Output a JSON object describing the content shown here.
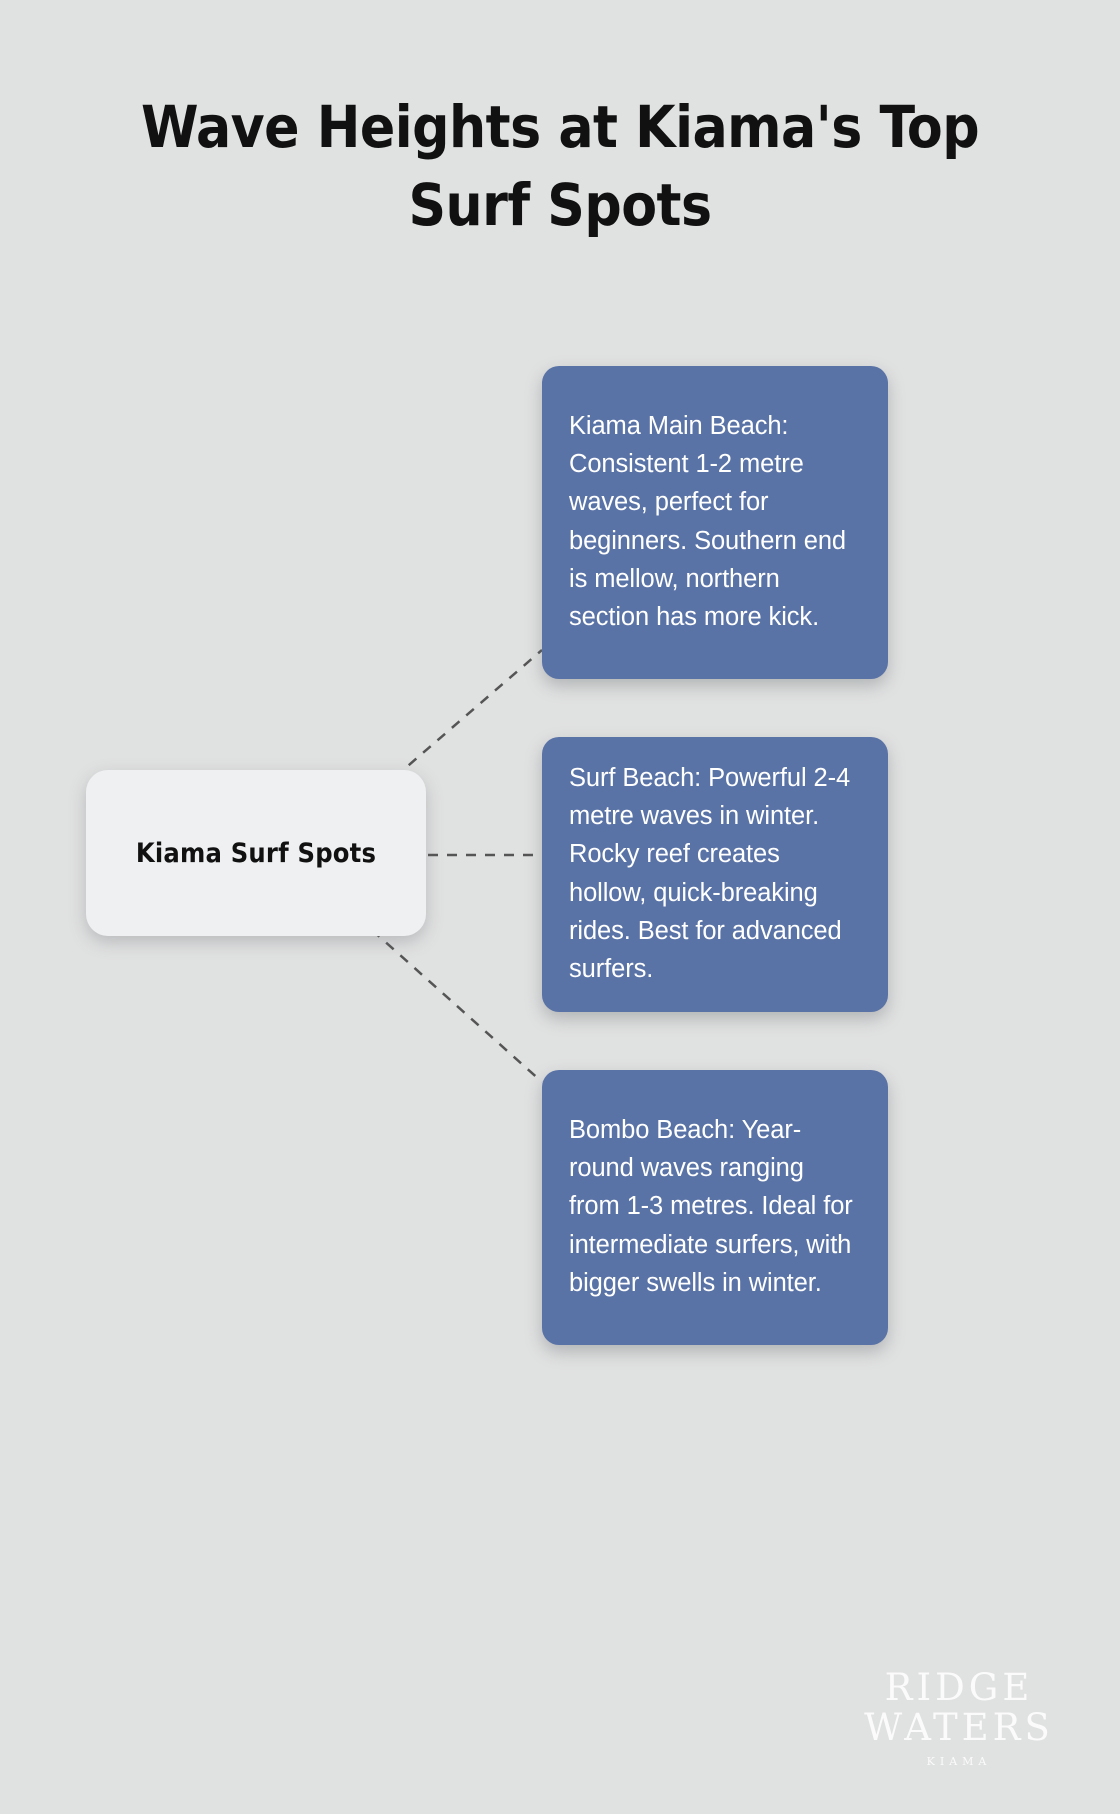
{
  "page": {
    "background_color": "#e0e1e1",
    "title": "Wave Heights at Kiama's Top\nSurf Spots"
  },
  "diagram": {
    "type": "mind-map",
    "center_node": {
      "label": "Kiama Surf Spots",
      "background_color": "#eef0f2",
      "text_color": "#111111"
    },
    "connector": {
      "style": "dashed",
      "color": "#555555",
      "width": 2
    },
    "branches": [
      {
        "id": "kiama-main-beach",
        "text": "Kiama Main Beach: Consistent 1-2 metre waves, perfect for beginners. Southern end is mellow, northern section has more kick.",
        "background_color": "#5a73a6",
        "text_color": "#ffffff"
      },
      {
        "id": "surf-beach",
        "text": "Surf Beach: Powerful 2-4 metre waves in winter. Rocky reef creates hollow, quick-breaking rides. Best for advanced surfers.",
        "background_color": "#5a73a6",
        "text_color": "#ffffff"
      },
      {
        "id": "bombo-beach",
        "text": "Bombo Beach: Year-round waves ranging from 1-3 metres. Ideal for intermediate surfers, with bigger swells in winter.",
        "background_color": "#5a73a6",
        "text_color": "#ffffff"
      }
    ]
  },
  "watermark": {
    "line1": "RIDGE",
    "line2": "WATERS",
    "sub": "KIAMA"
  }
}
